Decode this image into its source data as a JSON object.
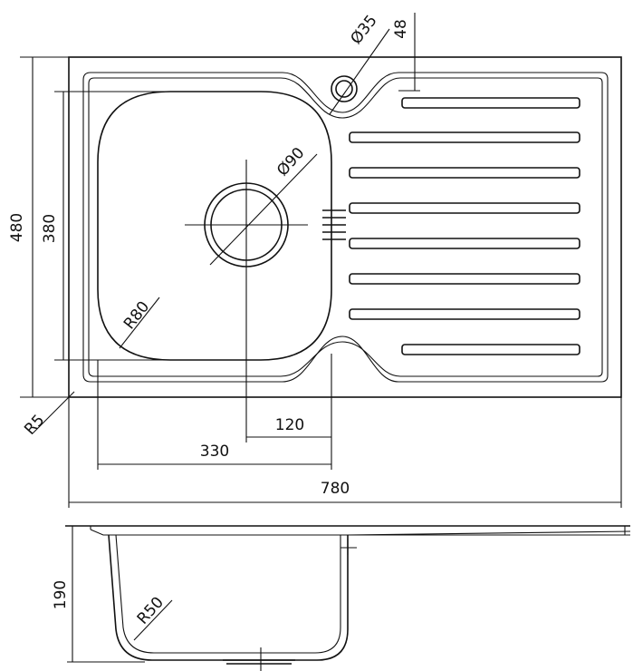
{
  "dimensions": {
    "width": "780",
    "height": "480",
    "bowl_height": "380",
    "bowl_width": "330",
    "drain_offset": "120",
    "corner_radius": "R5",
    "bowl_radius": "R80",
    "drain_diameter": "Ø90",
    "tap_hole_diameter": "Ø35",
    "tap_hole_offset": "48",
    "depth": "190",
    "bottom_radius": "R50"
  }
}
